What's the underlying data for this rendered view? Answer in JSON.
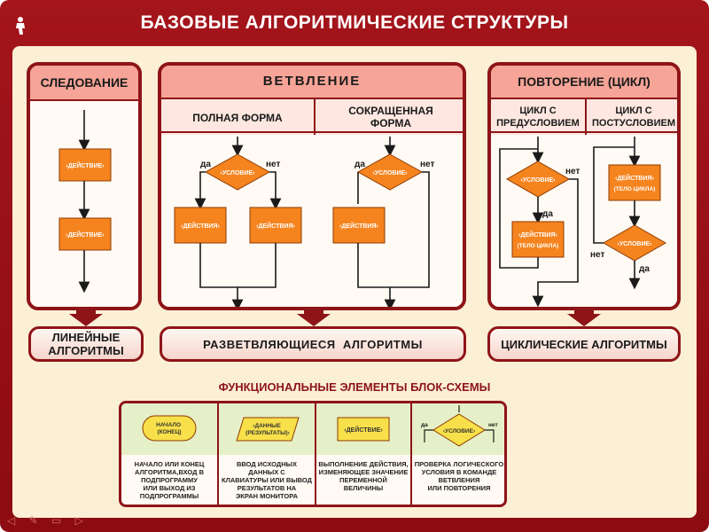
{
  "title": "БАЗОВЫЕ АЛГОРИТМИЧЕСКИЕ СТРУКТУРЫ",
  "colors": {
    "frame": "#8e1418",
    "block": "#f5841f",
    "header": "#f6a497",
    "body": "#fffaf3",
    "legend_top": "#e6f0c8"
  },
  "sequence": {
    "header": "СЛЕДОВАНИЕ",
    "action1": "ДЕЙСТВИЕ",
    "action2": "ДЕЙСТВИЕ",
    "result": "ЛИНЕЙНЫЕ\nАЛГОРИТМЫ"
  },
  "branching": {
    "header": "ВЕТВЛЕНИЕ",
    "full_form": "ПОЛНАЯ  ФОРМА",
    "short_form": "СОКРАЩЕННАЯ\nФОРМА",
    "condition": "УСЛОВИЕ",
    "yes": "да",
    "no": "нет",
    "actions_left": "ДЕЙСТВИЯ",
    "actions_right": "ДЕЙСТВИЯ",
    "short_condition": "УСЛОВИЕ",
    "short_actions": "ДЕЙСТВИЯ",
    "result": "РАЗВЕТВЛЯЮЩИЕСЯ  АЛГОРИТМЫ"
  },
  "loop": {
    "header": "ПОВТОРЕНИЕ (ЦИКЛ)",
    "pre": "ЦИКЛ С\nПРЕДУСЛОВИЕМ",
    "post": "ЦИКЛ С\nПОСТУСЛОВИЕМ",
    "pre_condition": "УСЛОВИЕ",
    "pre_no": "нет",
    "pre_yes": "да",
    "pre_actions": "ДЕЙСТВИЯ",
    "pre_body": "(ТЕЛО ЦИКЛА)",
    "post_actions": "ДЕЙСТВИЯ",
    "post_body": "(ТЕЛО ЦИКЛА)",
    "post_condition": "УСЛОВИЕ",
    "post_no": "нет",
    "post_yes": "да",
    "result": "ЦИКЛИЧЕСКИЕ АЛГОРИТМЫ"
  },
  "legend": {
    "title": "ФУНКЦИОНАЛЬНЫЕ ЭЛЕМЕНТЫ БЛОК-СХЕМЫ",
    "items": [
      {
        "shape": "НАЧАЛО\n(КОНЕЦ)",
        "desc": "НАЧАЛО ИЛИ КОНЕЦ\nАЛГОРИТМА,ВХОД В\nПОДПРОГРАММУ\nИЛИ  ВЫХОД ИЗ\nПОДПРОГРАММЫ"
      },
      {
        "shape": "ДАННЫЕ\n(РЕЗУЛЬТАТЫ)",
        "desc": "ВВОД ИСХОДНЫХ\nДАННЫХ С\nКЛАВИАТУРЫ ИЛИ ВЫВОД\nРЕЗУЛЬТАТОВ НА\nЭКРАН МОНИТОРА"
      },
      {
        "shape": "ДЕЙСТВИЕ",
        "desc": "ВЫПОЛНЕНИЕ ДЕЙСТВИЯ,\nИЗМЕНЯЮЩЕЕ ЗНАЧЕНИЕ\nПЕРЕМЕННОЙ\nВЕЛИЧИНЫ"
      },
      {
        "shape": "УСЛОВИЕ",
        "yes": "да",
        "no": "нет",
        "desc": "ПРОВЕРКА ЛОГИЧЕСКОГО\nУСЛОВИЯ В КОМАНДЕ\nВЕТВЛЕНИЯ\nИЛИ ПОВТОРЕНИЯ"
      }
    ]
  }
}
